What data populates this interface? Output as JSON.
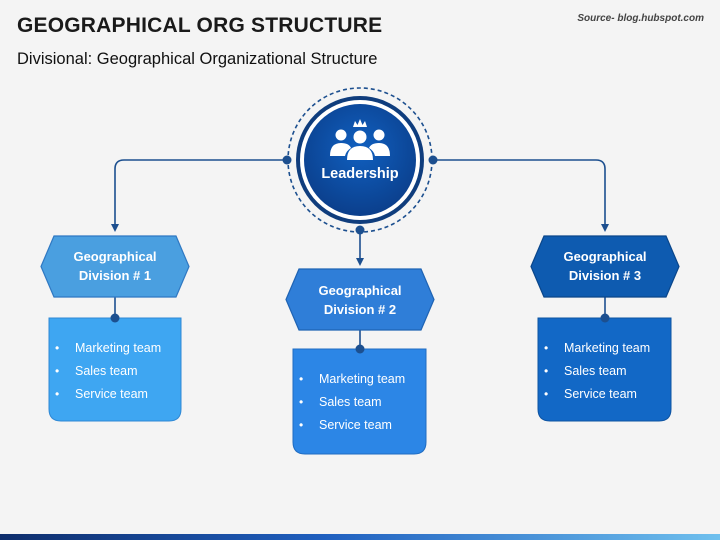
{
  "header": {
    "title": "GEOGRAPHICAL ORG STRUCTURE",
    "subtitle": "Divisional: Geographical Organizational Structure",
    "source": "Source- blog.hubspot.com"
  },
  "leadership": {
    "label": "Leadership",
    "icon": "leadership-group-icon"
  },
  "divisions": [
    {
      "label_line1": "Geographical",
      "label_line2": "Division # 1",
      "items": [
        "Marketing team",
        "Sales team",
        "Service team"
      ]
    },
    {
      "label_line1": "Geographical",
      "label_line2": "Division # 2",
      "items": [
        "Marketing team",
        "Sales team",
        "Service team"
      ]
    },
    {
      "label_line1": "Geographical",
      "label_line2": "Division # 3",
      "items": [
        "Marketing team",
        "Sales team",
        "Service team"
      ]
    }
  ],
  "colors": {
    "division1": "#4a9fe0",
    "division1_box": "#3ea6f2",
    "division2": "#2f7ed8",
    "division2_box": "#2c86e6",
    "division3": "#0e5bb0",
    "division3_box": "#1268c6",
    "leadership": "#0d4ea6",
    "connector": "#1c4f8f"
  }
}
